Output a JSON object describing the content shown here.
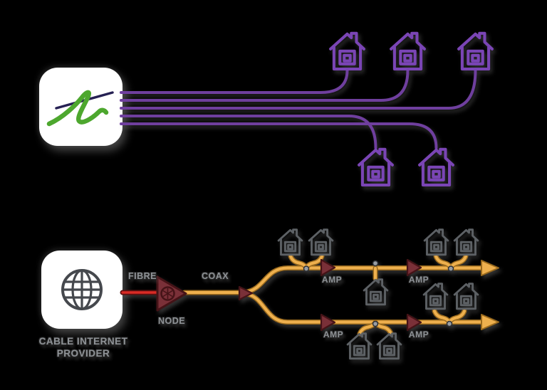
{
  "labels": {
    "fibre": "FIBRE",
    "coax": "COAX",
    "node": "NODE",
    "amps": [
      "AMP",
      "AMP",
      "AMP",
      "AMP"
    ],
    "provider_line1": "CABLE INTERNET",
    "provider_line2": "PROVIDER"
  },
  "icons": {
    "top_logo": "fibre-provider-logo",
    "bottom_logo": "globe-icon",
    "house": "house-icon",
    "node": "node-icon",
    "amplifier": "amplifier-icon",
    "splitter": "splitter-icon",
    "arrowhead": "arrowhead-icon",
    "tap": "tap-icon"
  },
  "counts": {
    "fibre_houses": 5,
    "cable_houses": 9
  },
  "colors": {
    "background": "#000000",
    "fibre-purple": "#6f3f9e",
    "house-purple": "#7a45b5",
    "coax-core": "#eeb04e",
    "coax-edge": "#9a6a1d",
    "maroon": "#7a3038",
    "maroon-edge": "#451317",
    "fibre-red": "#d92b25",
    "red-edge": "#5e1010",
    "house-gray": "#5d6165",
    "label-gray": "#8f9397",
    "globe-gray": "#45484d",
    "logo-green": "#4da72e",
    "logo-navy": "#262153",
    "box-white": "#ffffff"
  }
}
